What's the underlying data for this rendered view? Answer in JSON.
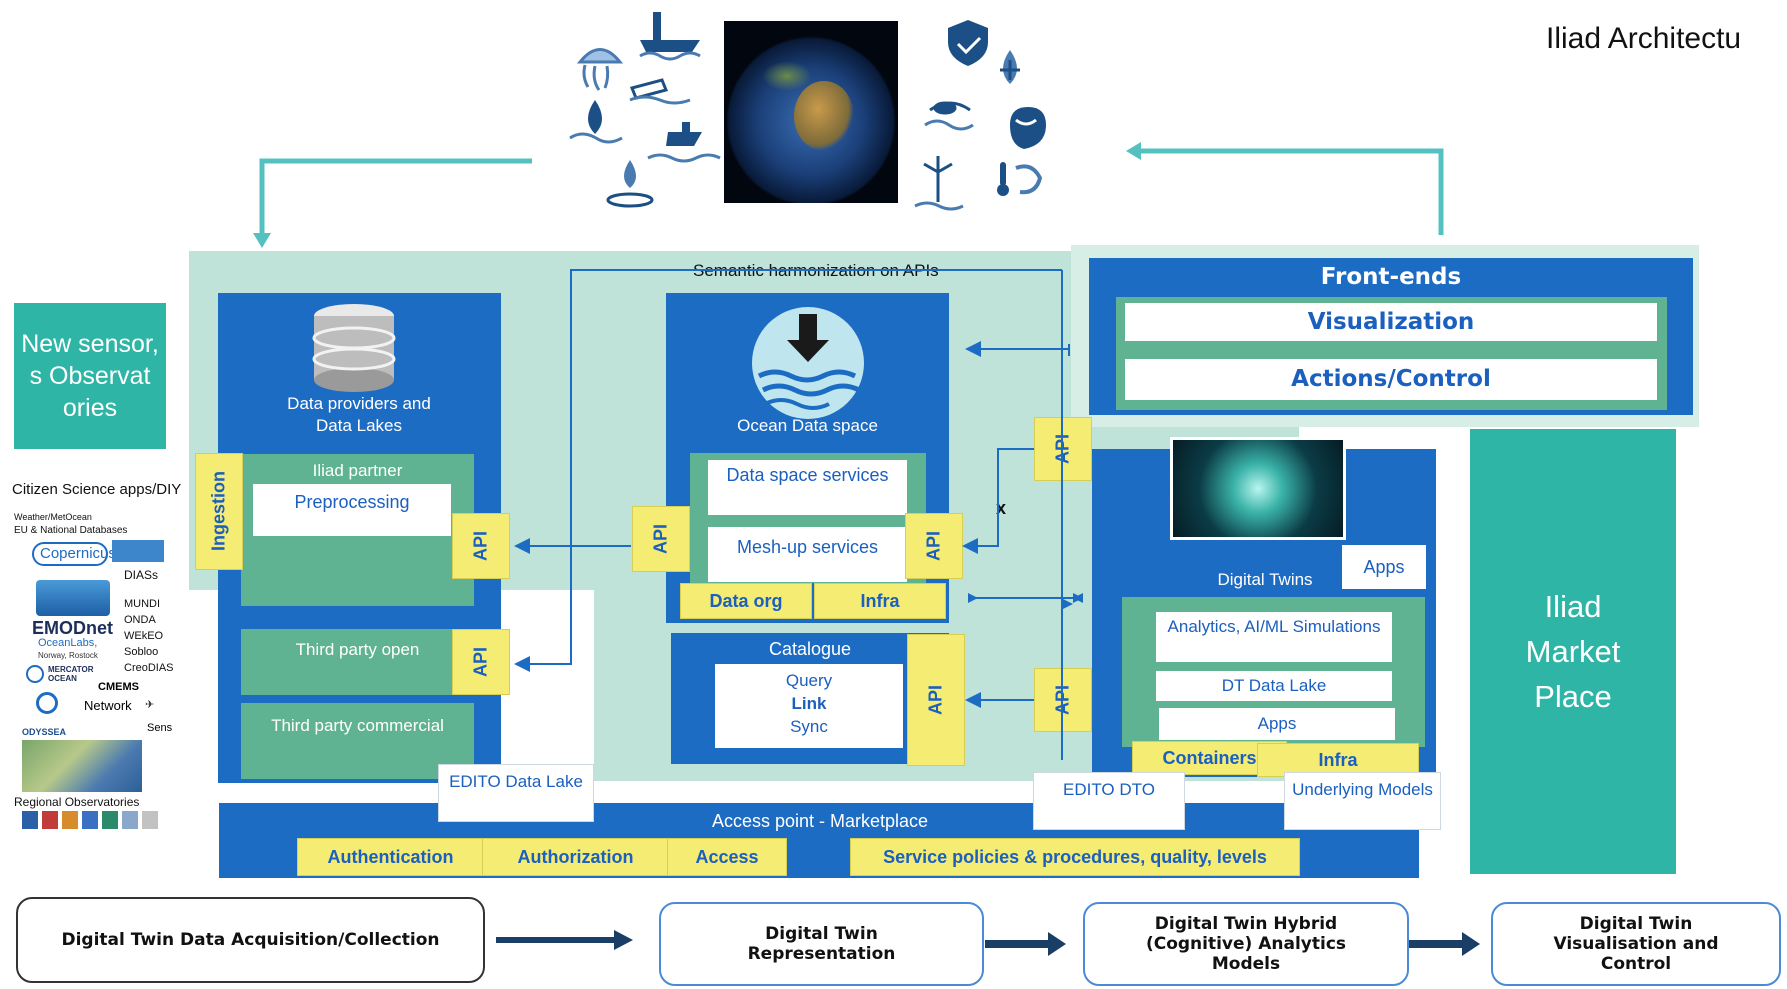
{
  "title": "Iliad Architectu",
  "colors": {
    "teal": "#2fb5a5",
    "blue": "#1d6cc4",
    "green": "#5fb392",
    "yellow": "#f4ec73",
    "arrow": "#55c0c0"
  },
  "new_sensor": "New sensor, s Observat ories",
  "sidebar": {
    "citizen": "Citizen Science apps/DIY",
    "weather": "Weather/MetOcean",
    "eu_databases": "EU & National Databases",
    "copernicus": "Copernicus",
    "diass": "DIASs",
    "dias_list": [
      "MUNDI",
      "ONDA",
      "WEkEO",
      "Sobloo",
      "CreoDIAS"
    ],
    "emodnet": "EMODnet",
    "oceanlabs": "OceanLabs,",
    "norway": "Norway, Rostock",
    "mercator": "MERCATOR OCEAN",
    "cmems": "CMEMS",
    "network": "Network",
    "sensors": "Sens",
    "odyssea": "ODYSSEA",
    "regional": "Regional Observatories"
  },
  "semantic": "Semantic harmonization on APIs",
  "providers": {
    "title": "Data providers and Data Lakes",
    "ingestion": "Ingestion",
    "partner": "Iliad partner",
    "preprocessing": "Preprocessing",
    "api": "API",
    "third_open": "Third party open",
    "third_commercial": "Third party commercial"
  },
  "ocean": {
    "title": "Ocean Data space",
    "services": "Data space services",
    "meshup": "Mesh-up services",
    "data_org": "Data org",
    "infra": "Infra",
    "api_left": "API",
    "api_right": "API"
  },
  "catalogue": {
    "title": "Catalogue",
    "query": "Query",
    "link": "Link",
    "sync": "Sync",
    "api": "API"
  },
  "frontends": {
    "title": "Front-ends",
    "visualization": "Visualization",
    "actions": "Actions/Control"
  },
  "twins": {
    "title": "Digital Twins",
    "apps_tab": "Apps",
    "analytics": "Analytics, AI/ML Simulations",
    "lake": "DT Data Lake",
    "apps": "Apps",
    "containers": "Containers",
    "infra": "Infra",
    "api_top": "API",
    "api_bottom": "API",
    "x_mark": "x"
  },
  "marketplace": "Iliad Market Place",
  "edito_lake": "EDITO Data Lake",
  "edito_dto": "EDITO DTO",
  "underlying": "Underlying Models",
  "access": {
    "title": "Access point - Marketplace",
    "items": [
      "Authentication",
      "Authorization",
      "Access",
      "Service policies & procedures, quality, levels"
    ]
  },
  "pipeline": [
    "Digital Twin Data Acquisition/Collection",
    "Digital Twin Representation",
    "Digital Twin Hybrid (Cognitive) Analytics Models",
    "Digital Twin Visualisation and Control"
  ],
  "icons": [
    "jellyfish-icon",
    "lighthouse-ship-icon",
    "water-drop-icon",
    "bottle-icon",
    "ship-icon",
    "oil-drop-icon",
    "shield-ship-icon",
    "plug-drop-icon",
    "fish-net-icon",
    "wave-tool-icon",
    "wind-turbine-icon",
    "thermometer-wave-icon"
  ]
}
